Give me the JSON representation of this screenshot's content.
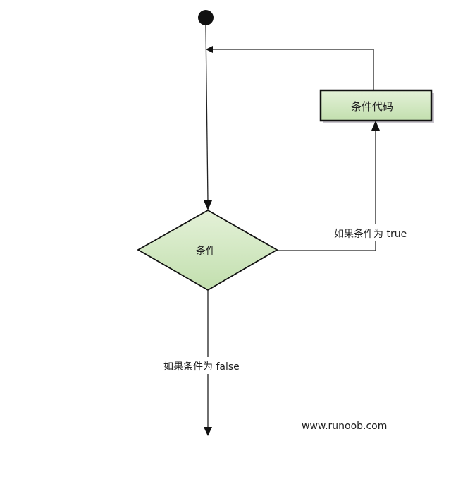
{
  "nodes": {
    "start": {
      "kind": "start-dot"
    },
    "condition": {
      "label": "条件"
    },
    "conditional_code": {
      "label": "条件代码"
    }
  },
  "edges": {
    "true_label": "如果条件为 true",
    "false_label": "如果条件为 false"
  },
  "watermark": "www.runoob.com",
  "colors": {
    "fill_top": "#e4f1d8",
    "fill_bottom": "#c2dfae",
    "stroke": "#111111"
  }
}
